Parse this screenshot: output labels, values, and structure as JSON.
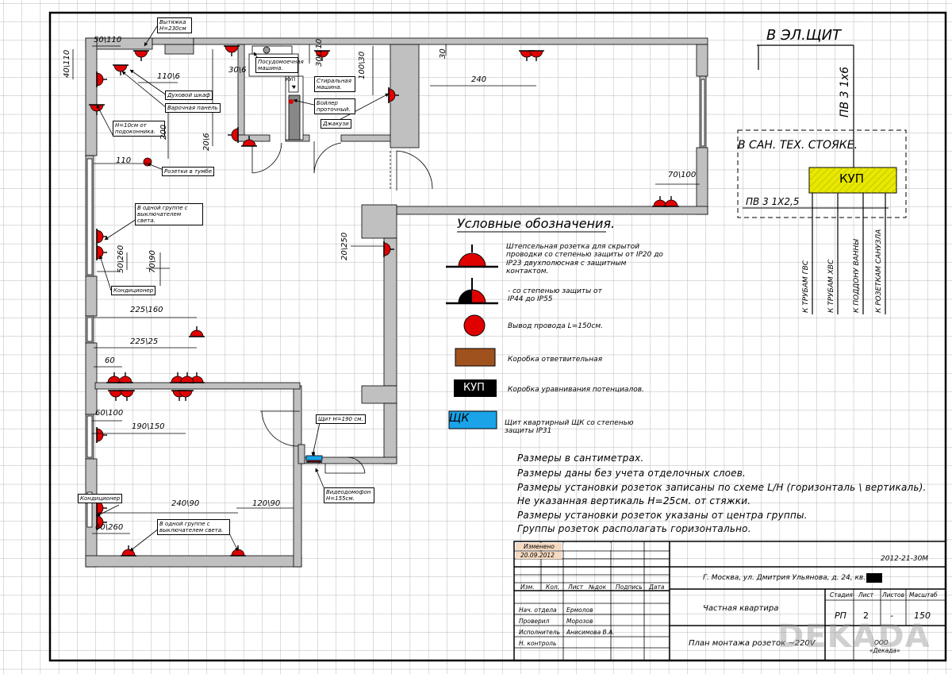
{
  "colors": {
    "socket": "#e00000",
    "box_brown": "#a0521e",
    "kup_bg": "#000000",
    "shield": "#1aa3e8",
    "kup_yellow": "#e8e800",
    "wall": "#c0c0c0",
    "grid": "#b8b8b8"
  },
  "panel": {
    "title": "В ЭЛ.ЩИТ",
    "cable_main": "ПВ 3 1х6",
    "riser_title": "В САН. ТЕХ. СТОЯКЕ.",
    "kup": "КУП",
    "cable_riser": "ПВ 3 1Х2,5",
    "branches": [
      "К ТРУБАМ ГВС",
      "К ТРУБАМ ХВС",
      "К ПОДДОНУ ВАННЫ",
      "К РОЗЕТКАМ САНУЗЛА"
    ]
  },
  "legend": {
    "title": "Условные обозначения.",
    "items": [
      {
        "icon": "socket-icon",
        "text": "Штепсельная розетка для скрытой проводки со степенью защиты от IP20 до IP23 двухполюсная с защитным контактом."
      },
      {
        "icon": "socket-ip44-icon",
        "text": "- со степенью защиты от IP44 до IP55"
      },
      {
        "icon": "wire-outlet-icon",
        "text": "Вывод провода L=150см."
      },
      {
        "icon": "junction-box-icon",
        "text": "Коробка ответвительная"
      },
      {
        "icon": "kup-box-icon",
        "text": "Коробка уравнивания потенциалов.",
        "badge": "КУП"
      },
      {
        "icon": "shield-icon",
        "text": "Щит квартирный ЩК со степенью защиты IP31",
        "badge": "ЩК"
      }
    ]
  },
  "notes": [
    "Размеры в сантиметрах.",
    "Размеры даны без учета отделочных слоев.",
    "Размеры установки розеток записаны по схеме L/H (горизонталь \\ вертикаль).",
    "Не указанная вертикаль H=25см. от стяжки.",
    "Размеры установки розеток указаны от центра группы.",
    "Группы розеток располагать горизонтально."
  ],
  "labels": {
    "hood": "Вытяжка H=230см",
    "oven": "Духовой шкаф",
    "hob": "Варочная панель",
    "sill": "H=10см от подоконника.",
    "dishwasher": "Посудомоечная машина.",
    "washer": "Стиральная машина.",
    "boiler": "Бойлер проточный.",
    "jacuzzi": "Джакузи",
    "niche": "Розетки в тумбе",
    "group1": "В одной группе с выключателем света.",
    "cond1": "Кондиционер",
    "shield": "Щит H=190 см.",
    "intercom": "Видеодомофон H=155см.",
    "cond2": "Кондиционер",
    "group2": "В одной группе с выключателем света.",
    "kup_small": "КУП"
  },
  "dims": {
    "d1": "50\\110",
    "d2": "40\\110",
    "d3": "110\\6",
    "d4": "30\\6",
    "d5": "30\\110",
    "d6": "100\\30",
    "d7": "30",
    "d8": "240",
    "d9": "200",
    "d10": "20\\6",
    "d11": "110",
    "d12": "70\\100",
    "d13": "50\\260",
    "d14": "70\\90",
    "d15": "20\\250",
    "d16": "225\\160",
    "d17": "225\\25",
    "d18": "60",
    "d19": "60\\100",
    "d20": "190\\150",
    "d21": "240\\90",
    "d22": "120\\90",
    "d23": "60\\260"
  },
  "title_block": {
    "changed": "Изменено",
    "date": "20.09.2012",
    "code": "2012-21-30М",
    "address": "Г. Москва, ул. Дмитрия Ульянова, д. 24, кв.",
    "headers": [
      "Изм.",
      "Кол.",
      "Лист",
      "№док",
      "Подпись",
      "Дата"
    ],
    "roles": [
      "Нач. отдела",
      "Проверил",
      "Исполнитель",
      "Н. контроль"
    ],
    "names": [
      "Ермолов",
      "Морозов",
      "Анисимова В.А.",
      ""
    ],
    "object": "Частная квартира",
    "sheet_title": "План монтажа розеток ~220V",
    "stage_hdr": "Стадия",
    "sheet_hdr": "Лист",
    "sheets_hdr": "Листов",
    "scale_hdr": "Масштаб",
    "stage": "РП",
    "sheet": "2",
    "sheets": "-",
    "scale": "150",
    "org1": "ООО",
    "org2": "«Декада»",
    "watermark": "DEKADA"
  }
}
